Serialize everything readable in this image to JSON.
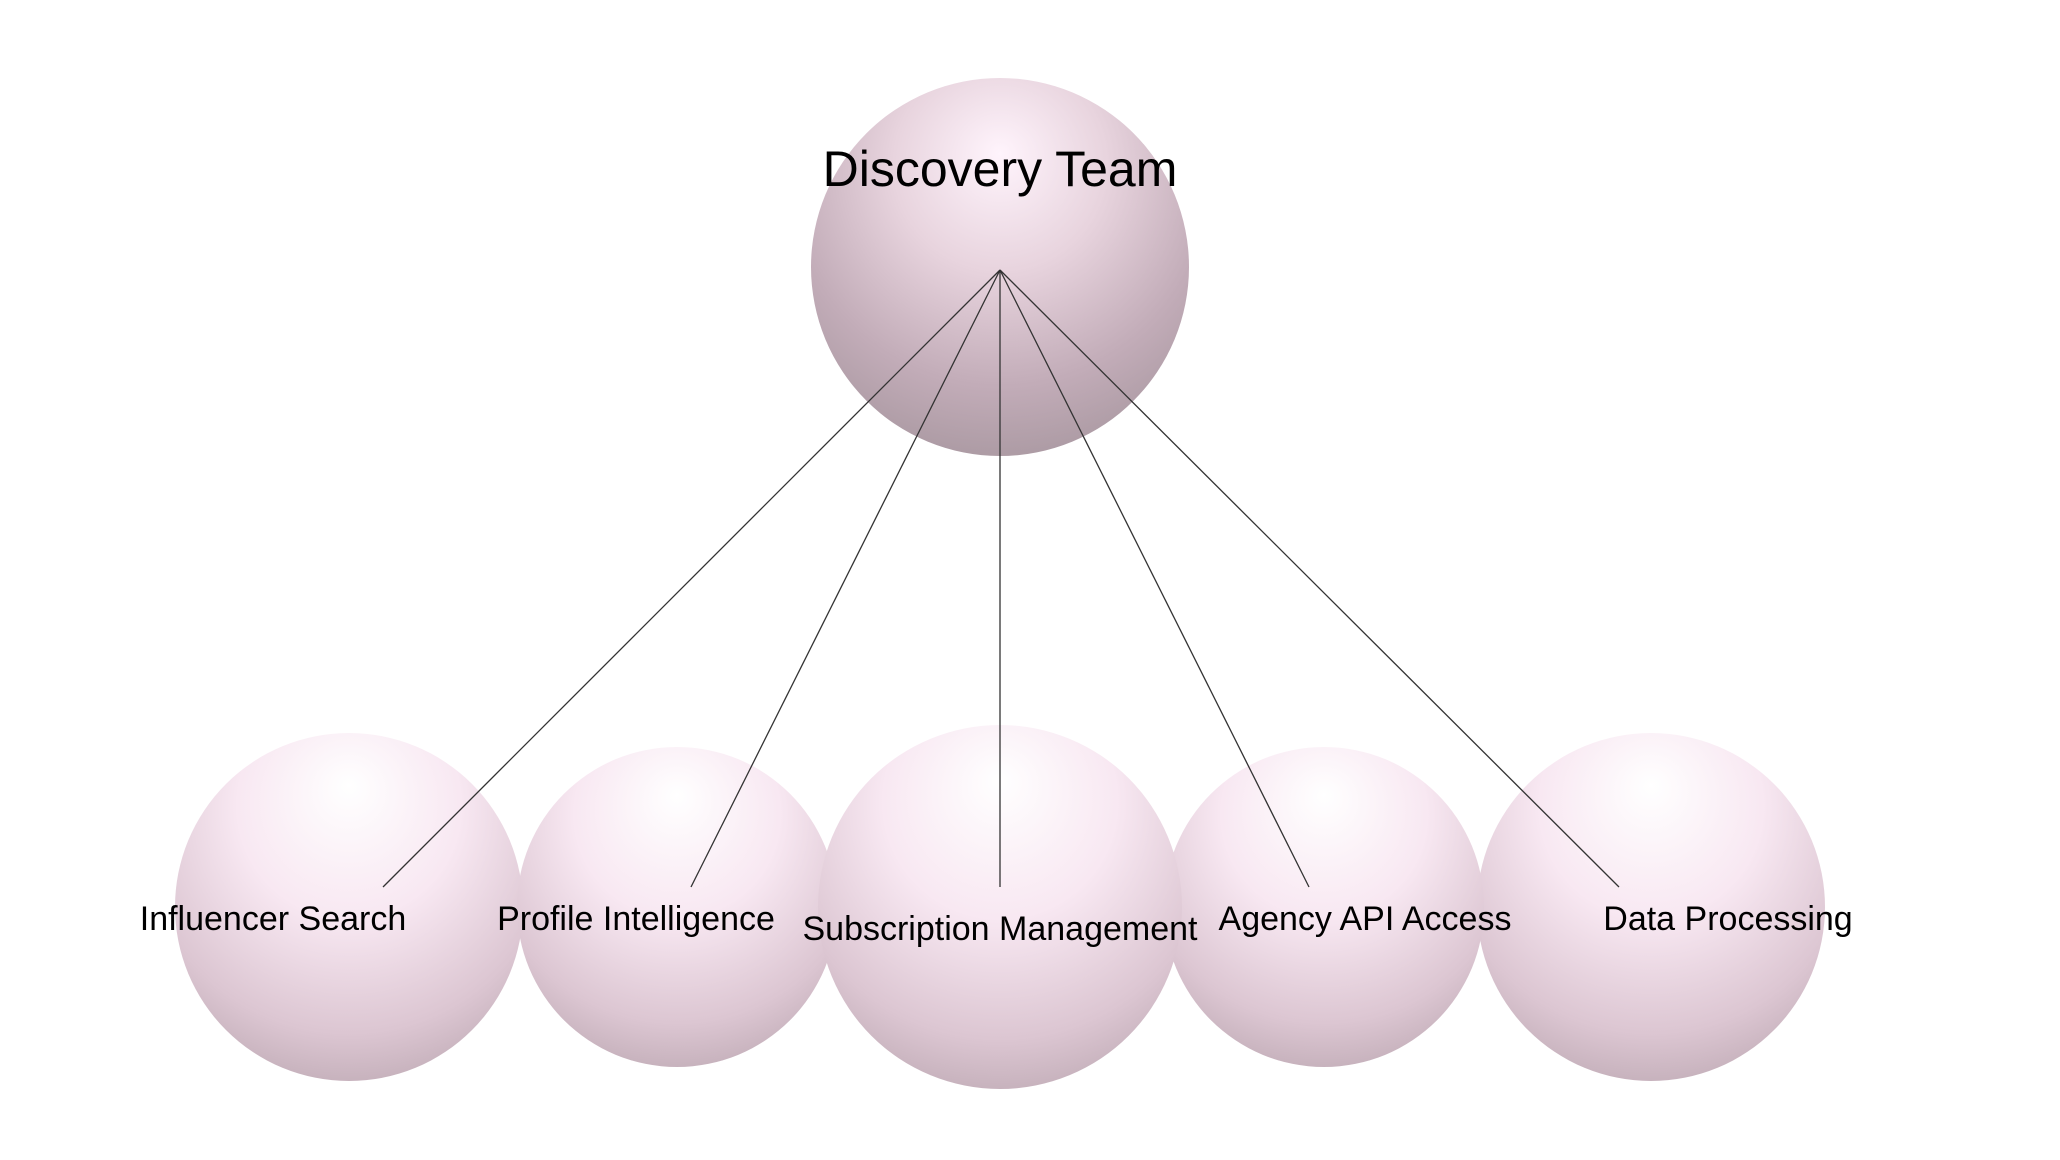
{
  "root": {
    "label": "Discovery Team"
  },
  "children": [
    {
      "label": "Influencer Search"
    },
    {
      "label": "Profile Intelligence"
    },
    {
      "label": "Subscription Management"
    },
    {
      "label": "Agency API Access"
    },
    {
      "label": "Data Processing"
    }
  ],
  "colors": {
    "highlight": "#fff4fc",
    "mid": "#dcc4d0",
    "shade": "#a4949c",
    "edge": "#333333"
  }
}
